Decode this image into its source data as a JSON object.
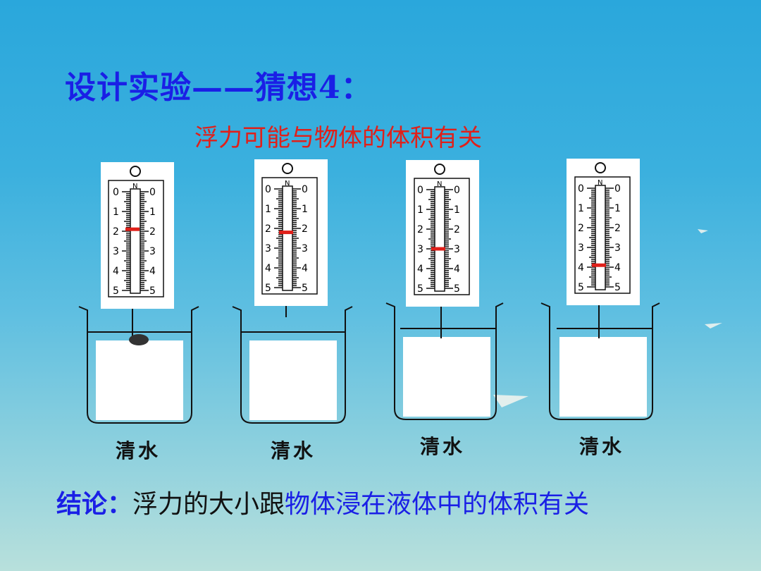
{
  "title": "设计实验——猜想4：",
  "hypothesis": "浮力可能与物体的体积有关",
  "scale_unit": "N",
  "scale_ticks": [
    "0",
    "1",
    "2",
    "3",
    "4",
    "5"
  ],
  "experiments": [
    {
      "label": "清水",
      "reading": 1.9
    },
    {
      "label": "清水",
      "reading": 2.2
    },
    {
      "label": "清水",
      "reading": 3.0
    },
    {
      "label": "清水",
      "reading": 3.9
    }
  ],
  "conclusion": {
    "lead": "结论：",
    "mid": "浮力的大小跟",
    "tail": "物体浸在液体中的体积有关"
  },
  "colors": {
    "title": "#1a1fe6",
    "hypothesis": "#e0201a",
    "indicator": "#e0201a",
    "background": "#2aa7dc"
  }
}
